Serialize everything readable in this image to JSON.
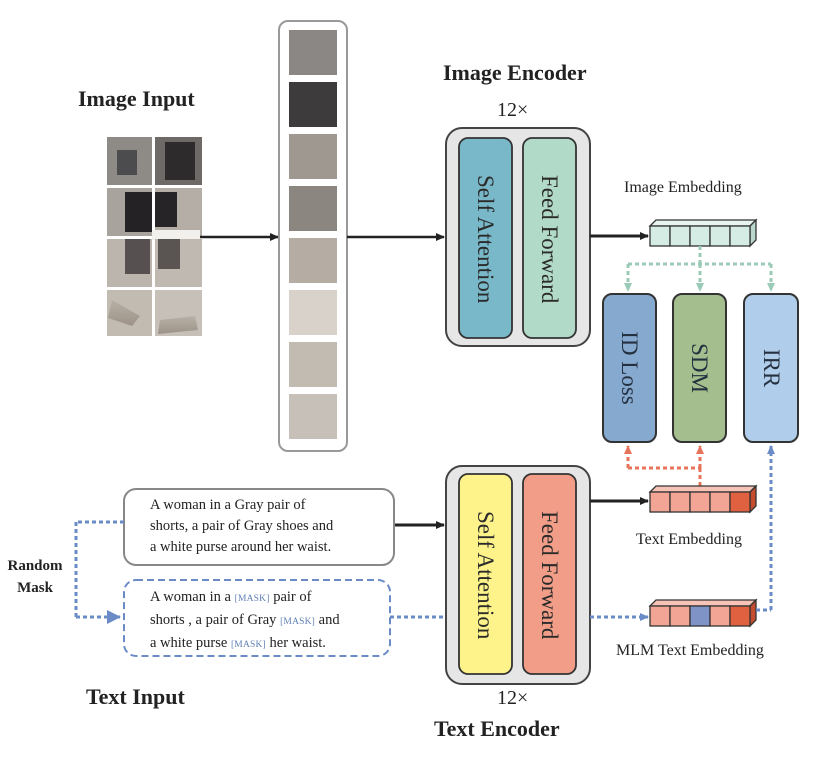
{
  "image_input": {
    "title": "Image Input"
  },
  "image_encoder": {
    "title": "Image Encoder",
    "repeat": "12×",
    "blocks": [
      "Self Attention",
      "Feed Forward"
    ]
  },
  "image_embedding": {
    "label": "Image Embedding"
  },
  "losses": [
    "ID Loss",
    "SDM",
    "IRR"
  ],
  "text_embedding": {
    "label": "Text Embedding"
  },
  "mlm_embedding": {
    "label": "MLM Text Embedding"
  },
  "text_encoder": {
    "title": "Text Encoder",
    "repeat": "12×",
    "blocks": [
      "Self Attention",
      "Feed Forward"
    ]
  },
  "text_input": {
    "title": "Text Input",
    "random_mask_line1": "Random",
    "random_mask_line2": "Mask",
    "original": [
      "A woman in a Gray pair of",
      "shorts, a pair of Gray shoes and",
      "a white purse around her waist."
    ],
    "masked": {
      "line1_before": "A woman in a ",
      "line1_after": " pair of",
      "line2_before": "shorts , a pair of Gray ",
      "line2_after": " and",
      "line3_before": "a white purse ",
      "line3_after": " her waist.",
      "mask_token": "[MASK]"
    }
  },
  "colors": {
    "self_attention_image": "#79b8c8",
    "feed_forward_image": "#b2dac9",
    "self_attention_text": "#fdf38a",
    "feed_forward_text": "#f19d87",
    "id_loss": "#86a9cf",
    "sdm": "#a4bf8d",
    "irr": "#b0cdeb",
    "image_emb_cell": "#d4ece3",
    "text_emb_cell": "#f2a595",
    "text_emb_dark": "#e0613f",
    "mask_emb_cell": "#7f93c6",
    "dashed_blue": "#6b8bc6",
    "dashed_orange": "#e8735b",
    "dashed_green": "#9bcbb7"
  }
}
